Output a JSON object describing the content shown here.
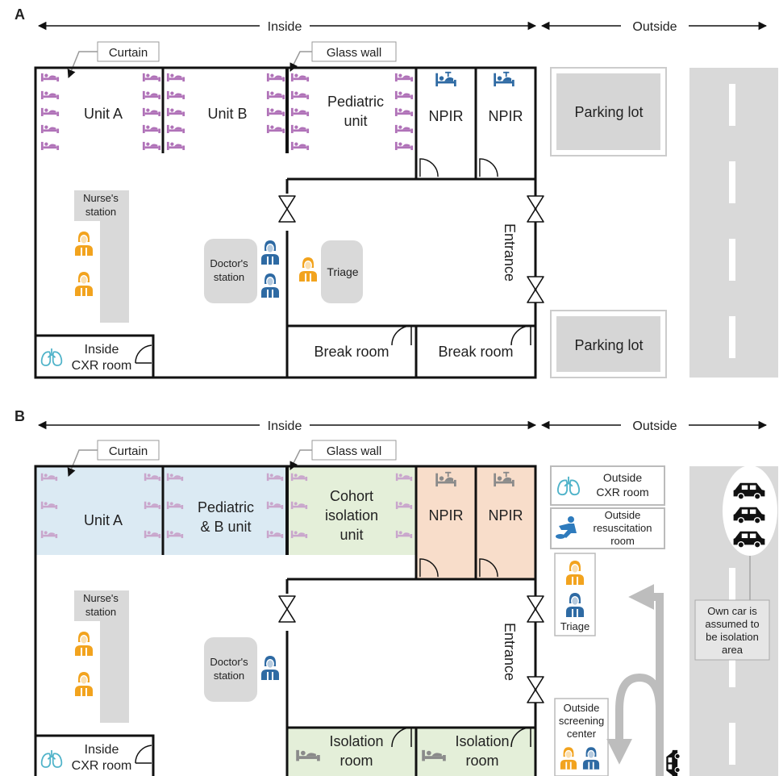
{
  "panel_a": {
    "letter": "A",
    "inside": "Inside",
    "outside": "Outside",
    "curtain": "Curtain",
    "glass_wall": "Glass wall",
    "unit_a": "Unit A",
    "unit_b": "Unit B",
    "pediatric_1": "Pediatric",
    "pediatric_2": "unit",
    "npir": "NPIR",
    "parking_lot": "Parking lot",
    "nurse_1": "Nurse's",
    "nurse_2": "station",
    "doctor_1": "Doctor's",
    "doctor_2": "station",
    "triage": "Triage",
    "entrance": "Entrance",
    "break_room": "Break room",
    "cxr_1": "Inside",
    "cxr_2": "CXR room"
  },
  "panel_b": {
    "letter": "B",
    "inside": "Inside",
    "outside": "Outside",
    "curtain": "Curtain",
    "glass_wall": "Glass wall",
    "unit_a": "Unit A",
    "ped_b_1": "Pediatric",
    "ped_b_2": "& B unit",
    "cohort_1": "Cohort",
    "cohort_2": "isolation",
    "cohort_3": "unit",
    "npir": "NPIR",
    "nurse_1": "Nurse's",
    "nurse_2": "station",
    "doctor_1": "Doctor's",
    "doctor_2": "station",
    "entrance": "Entrance",
    "isolation_1": "Isolation",
    "isolation_2": "room",
    "cxr_1": "Inside",
    "cxr_2": "CXR room",
    "out_cxr_1": "Outside",
    "out_cxr_2": "CXR room",
    "resus_1": "Outside",
    "resus_2": "resuscitation",
    "resus_3": "room",
    "triage": "Triage",
    "screen_1": "Outside",
    "screen_2": "screening",
    "screen_3": "center",
    "car_1": "Own car is",
    "car_2": "assumed to",
    "car_3": "be isolation",
    "car_4": "area"
  },
  "colors": {
    "bed": "#b072b8",
    "bed_faded": "#c9a6cc",
    "nurse": "#f2a31e",
    "doctor": "#2e6aa3",
    "lung": "#4fb3c9",
    "blue_zone": "#dbeaf3",
    "green_zone": "#e4efd9",
    "peach_zone": "#f8ddca",
    "gray": "#d6d6d6",
    "road": "#d9d9d9"
  }
}
